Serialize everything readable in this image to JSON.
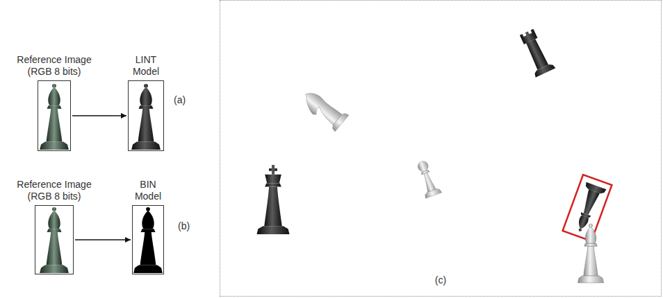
{
  "diagram": {
    "nodes": [
      {
        "text": [
          "Reference Image (RGB 8 bits)"
        ]
      },
      {
        "text": [
          "LINT Model"
        ]
      },
      {
        "text": [
          "Reference Image (RGB 8 bits)"
        ]
      },
      {
        "text": [
          "BIN Model"
        ]
      },
      {
        "text": [
          "(c)"
        ]
      }
    ],
    "edges": [
      {
        "from": 0,
        "to": 1,
        "arrow": "to"
      },
      {
        "from": 2,
        "to": 3,
        "arrow": "to"
      }
    ],
    "labels": [
      "(a)",
      "(b)"
    ]
  }
}
